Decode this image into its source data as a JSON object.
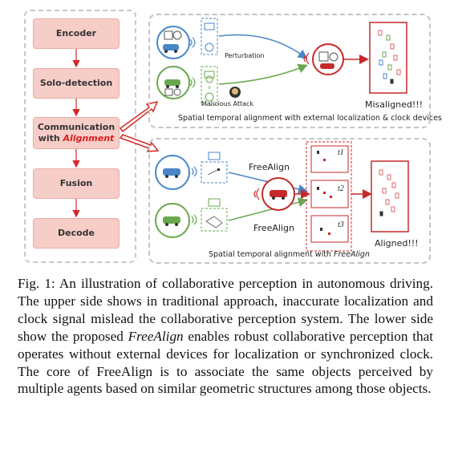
{
  "pipeline": {
    "stages": {
      "encoder": "Encoder",
      "solo": "Solo-detection",
      "comm_line1": "Communication",
      "comm_with": "with",
      "comm_alignment": "Alignment",
      "fusion": "Fusion",
      "decode": "Decode"
    }
  },
  "top_panel": {
    "perturbation": "Perturbation",
    "malicious": "Malicious Attack",
    "result": "Misaligned!!!",
    "caption": "Spatial temporal alignment with external localization & clock devices"
  },
  "bottom_panel": {
    "freealign_upper": "FreeAlign",
    "freealign_lower": "FreeAlign",
    "result": "Aligned!!!",
    "caption_prefix": "Spatial temporal alignment with ",
    "caption_emph": "FreeAlign",
    "t1": "t1",
    "t2": "t2",
    "t3": "t3"
  },
  "figure": {
    "label": "Fig. 1:",
    "text_1": " An illustration of collaborative perception in autonomous driving. The upper side shows in traditional approach, inaccurate localization and clock signal mislead the collaborative perception system. The lower side show the proposed ",
    "emph": "FreeAlign",
    "text_2": " enables robust collaborative perception that operates without external devices for localization or synchronized clock. The core of FreeAlign is to associate the same objects perceived by multiple agents based on similar geometric structures among those objects."
  },
  "colors": {
    "stage_fill": "#f7cdc8",
    "arrow_red": "#d62828",
    "blue": "#4a86c8",
    "green": "#6aa84f"
  }
}
